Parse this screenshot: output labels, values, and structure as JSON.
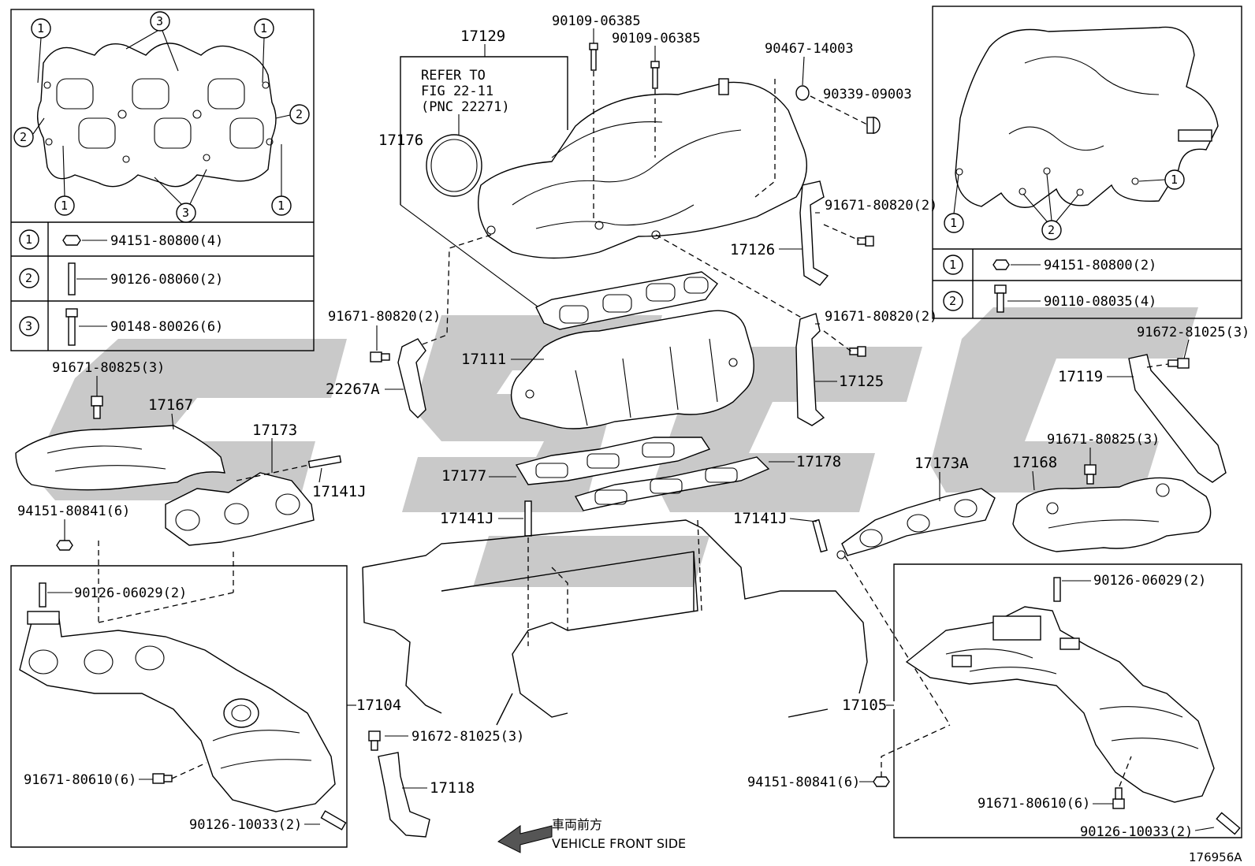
{
  "watermark": {
    "color": "#c9c9c9"
  },
  "inset_left": {
    "callouts": [
      "1",
      "1",
      "1",
      "1",
      "2",
      "2",
      "3",
      "3"
    ],
    "rows": [
      {
        "num": "1",
        "part": "94151-80800(4)"
      },
      {
        "num": "2",
        "part": "90126-08060(2)"
      },
      {
        "num": "3",
        "part": "90148-80026(6)"
      }
    ]
  },
  "inset_right": {
    "callouts": [
      "1",
      "1",
      "2"
    ],
    "rows": [
      {
        "num": "1",
        "part": "94151-80800(2)"
      },
      {
        "num": "2",
        "part": "90110-08035(4)"
      }
    ]
  },
  "refer_note": {
    "line1": "REFER TO",
    "line2": "FIG 22-11",
    "line3": "(PNC 22271)"
  },
  "labels": {
    "p17129": "17129",
    "p17176": "17176",
    "p90109a": "90109-06385",
    "p90109b": "90109-06385",
    "p90467": "90467-14003",
    "p90339": "90339-09003",
    "p91671_820a": "91671-80820(2)",
    "p17126": "17126",
    "p91671_820b": "91671-80820(2)",
    "p91671_820c": "91671-80820(2)",
    "p17111": "17111",
    "p22267A": "22267A",
    "p17125": "17125",
    "p91672_1025a": "91672-81025(3)",
    "p17119": "17119",
    "p91671_825a": "91671-80825(3)",
    "p17167": "17167",
    "p17173": "17173",
    "p17141J_a": "17141J",
    "p94151_841a": "94151-80841(6)",
    "p17177": "17177",
    "p17178": "17178",
    "p17141J_b": "17141J",
    "p17141J_c": "17141J",
    "p17173A": "17173A",
    "p91671_825b": "91671-80825(3)",
    "p17168": "17168",
    "p90126_029a": "90126-06029(2)",
    "p17104": "17104",
    "p91671_610a": "91671-80610(6)",
    "p90126_033a": "90126-10033(2)",
    "p91672_1025b": "91672-81025(3)",
    "p17118": "17118",
    "p90126_029b": "90126-06029(2)",
    "p17105": "17105",
    "p94151_841b": "94151-80841(6)",
    "p91671_610b": "91671-80610(6)",
    "p90126_033b": "90126-10033(2)"
  },
  "front_note": {
    "jp": "車両前方",
    "en": "VEHICLE FRONT SIDE"
  },
  "figure_id": "176956A"
}
